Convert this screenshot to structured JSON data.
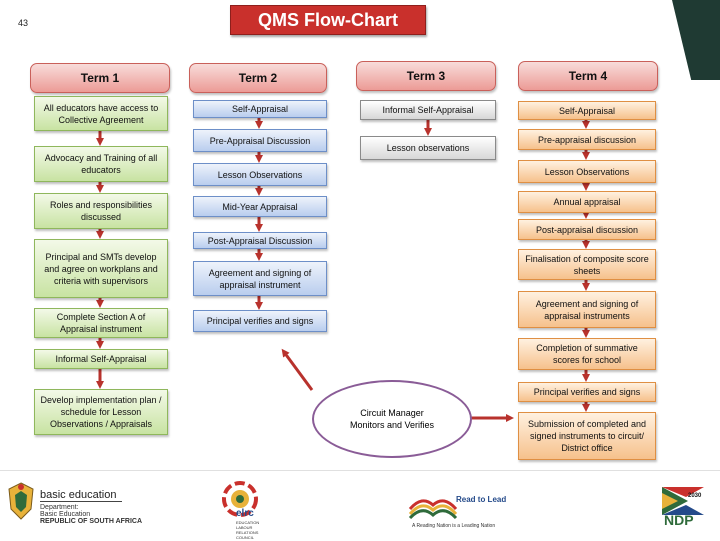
{
  "page_number": "43",
  "title": "QMS Flow-Chart",
  "terms": [
    {
      "heading": "Term 1",
      "steps": [
        "All educators have access to Collective Agreement",
        "Advocacy and Training of all educators",
        "Roles and responsibilities discussed",
        "Principal and SMTs develop and agree on workplans and criteria with supervisors",
        "Complete Section A of Appraisal instrument",
        "Informal Self-Appraisal",
        "Develop implementation plan / schedule for Lesson Observations / Appraisals"
      ]
    },
    {
      "heading": "Term 2",
      "steps": [
        "Self-Appraisal",
        "Pre-Appraisal Discussion",
        "Lesson Observations",
        "Mid-Year Appraisal",
        "Post-Appraisal Discussion",
        "Agreement and signing of appraisal instrument",
        "Principal verifies and signs"
      ]
    },
    {
      "heading": "Term 3",
      "steps": [
        "Informal Self-Appraisal",
        "Lesson observations"
      ]
    },
    {
      "heading": "Term 4",
      "steps": [
        "Self-Appraisal",
        "Pre-appraisal discussion",
        "Lesson Observations",
        "Annual appraisal",
        "Post-appraisal discussion",
        "Finalisation of composite score sheets",
        "Agreement and signing of appraisal instruments",
        "Completion of summative scores for school",
        "Principal verifies and signs",
        "Submission of completed and signed instruments to circuit/ District office"
      ]
    }
  ],
  "circuit": {
    "line1": "Circuit Manager",
    "line2": "Monitors and Verifies"
  },
  "colors": {
    "title": "#c9302c",
    "term1": "#c8e3a2",
    "term2": "#b9cdee",
    "term3": "#d7d7d7",
    "term4": "#f6c18c",
    "arrow": "#b8322d",
    "ellipse_border": "#8a5c97"
  },
  "footer": {
    "dbe_name": "basic education",
    "dbe_sub1": "Department:",
    "dbe_sub2": "Basic Education",
    "dbe_sub3": "REPUBLIC OF SOUTH AFRICA",
    "elrc_name": "elrc",
    "elrc_sub": "EDUCATION LABOUR RELATIONS COUNCIL",
    "read_title": "Read to Lead",
    "read_tag": "A Reading Nation is a Leading Nation",
    "ndp_name": "NDP",
    "ndp_year": "2030"
  }
}
